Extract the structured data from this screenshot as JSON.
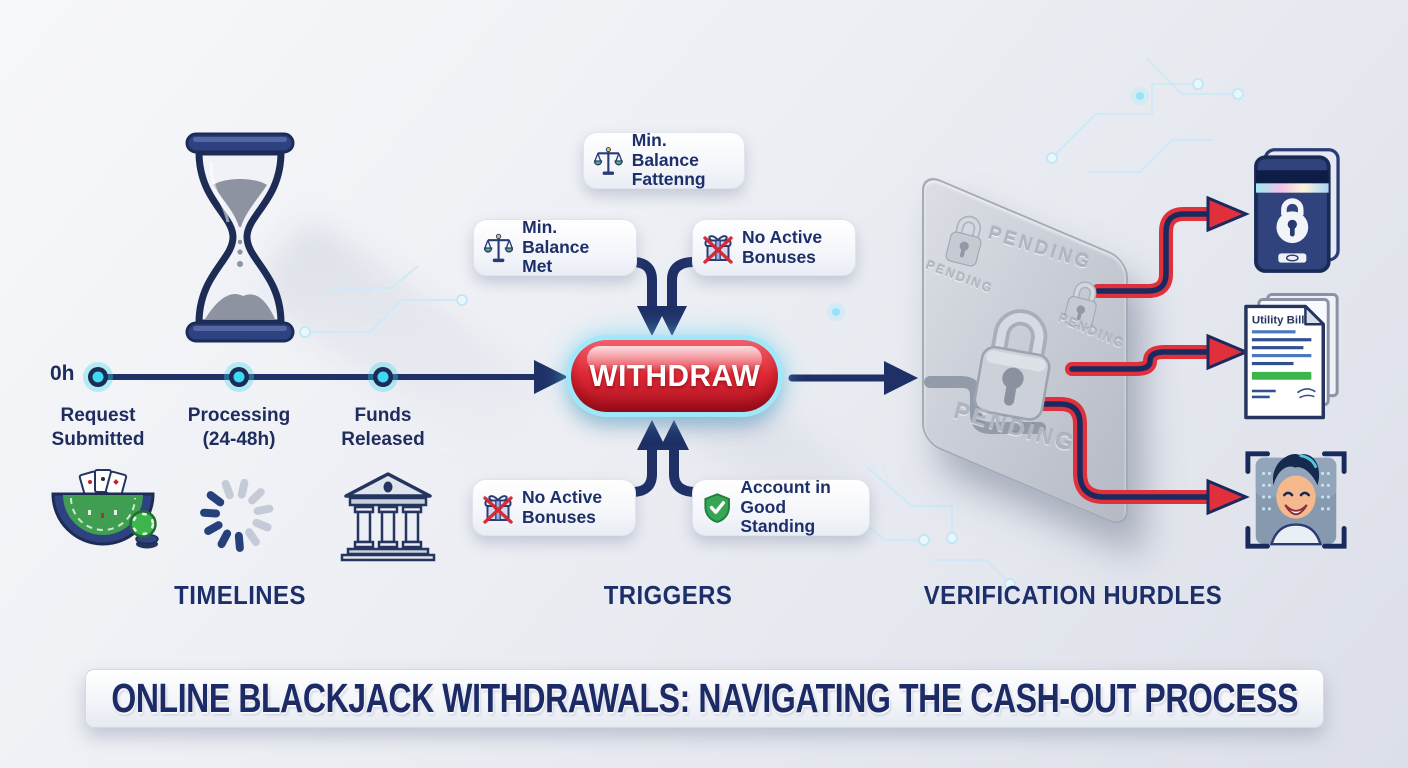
{
  "title": "ONLINE BLACKJACK WITHDRAWALS: NAVIGATING THE CASH-OUT PROCESS",
  "timelines": {
    "section_label": "TIMELINES",
    "start_label": "0h",
    "milestones": [
      {
        "line1": "Request",
        "line2": "Submitted"
      },
      {
        "line1": "Processing",
        "line2": "(24-48h)"
      },
      {
        "line1": "Funds",
        "line2": "Released"
      }
    ],
    "icons": [
      "blackjack-table-icon",
      "loading-spinner-icon",
      "bank-icon"
    ]
  },
  "triggers": {
    "section_label": "TRIGGERS",
    "withdraw_button_label": "WITHDRAW",
    "badges": [
      {
        "icon": "balance-scale-icon",
        "line1": "Min. Balance",
        "line2": "Fattenng"
      },
      {
        "icon": "balance-scale-icon",
        "line1": "Min. Balance",
        "line2": "Met"
      },
      {
        "icon": "no-bonus-gift-icon",
        "line1": "No Active",
        "line2": "Bonuses"
      },
      {
        "icon": "no-bonus-gift-icon",
        "line1": "No Active",
        "line2": "Bonuses"
      },
      {
        "icon": "shield-check-icon",
        "line1": "Account in",
        "line2": "Good Standing"
      }
    ]
  },
  "verification": {
    "section_label": "VERIFICATION HURDLES",
    "pending_label": "PENDING",
    "documents": [
      "id-document-icon",
      "utility-bill-icon",
      "selfie-verification-icon"
    ],
    "utility_bill_label": "Utility Bill"
  },
  "colors": {
    "navy": "#1d2f6b",
    "timeline_navy": "#1f3166",
    "button_red": "#d8232f",
    "button_glow_cyan": "#8fe3f9",
    "arrow_red": "#e0303c",
    "shield_green": "#35a653",
    "bill_green": "#3db54d",
    "pending_gray": "#b3b8c4",
    "dot_cyan": "#3fd9f2"
  }
}
